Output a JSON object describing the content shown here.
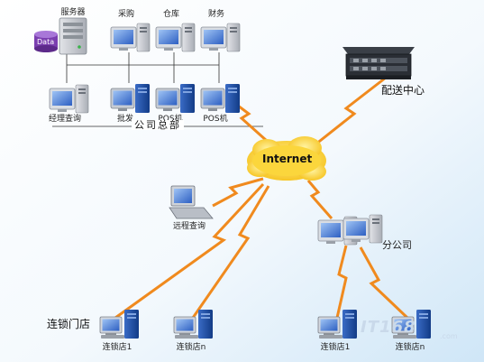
{
  "hq": {
    "label": "公司总部",
    "server": {
      "label": "服务器",
      "db_label": "Data"
    },
    "procurement": "采购",
    "warehouse": "仓库",
    "finance": "财务",
    "manager_query": "经理查询",
    "wholesale": "批发",
    "pos1": "POS机",
    "pos2": "POS机"
  },
  "internet": {
    "label": "Internet"
  },
  "distribution_center": "配送中心",
  "remote_query": "远程查询",
  "branch": {
    "label": "分公司",
    "store1": "连锁店1",
    "storen": "连锁店n"
  },
  "chain": {
    "label": "连锁门店",
    "store1": "连锁店1",
    "storen": "连锁店n"
  },
  "watermark": {
    "logo": "IT168",
    "site": ".com"
  },
  "colors": {
    "bolt": "#f08a1e",
    "cloud": "#fdd53a",
    "monitor_screen": "#3a6fd0",
    "tower": "#1d4fa8"
  }
}
